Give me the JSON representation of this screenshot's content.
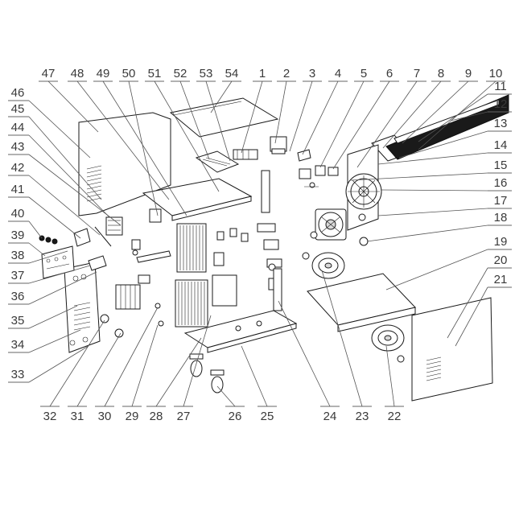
{
  "diagram": {
    "callouts_top": [
      "47",
      "48",
      "49",
      "50",
      "51",
      "52",
      "53",
      "54",
      "1",
      "2",
      "3",
      "4",
      "5",
      "6",
      "7",
      "8",
      "9",
      "10"
    ],
    "callouts_left": [
      "46",
      "45",
      "44",
      "43",
      "42",
      "41",
      "40",
      "39",
      "38",
      "37",
      "36",
      "35",
      "34",
      "33"
    ],
    "callouts_right": [
      "11",
      "12",
      "13",
      "14",
      "15",
      "16",
      "17",
      "18",
      "19",
      "20",
      "21"
    ],
    "callouts_bottom": [
      "32",
      "31",
      "30",
      "29",
      "28",
      "27",
      "26",
      "25",
      "24",
      "23",
      "22"
    ],
    "colors": {
      "line": "#1a1a1a",
      "label": "#3a3a3a",
      "background": "#ffffff"
    }
  }
}
